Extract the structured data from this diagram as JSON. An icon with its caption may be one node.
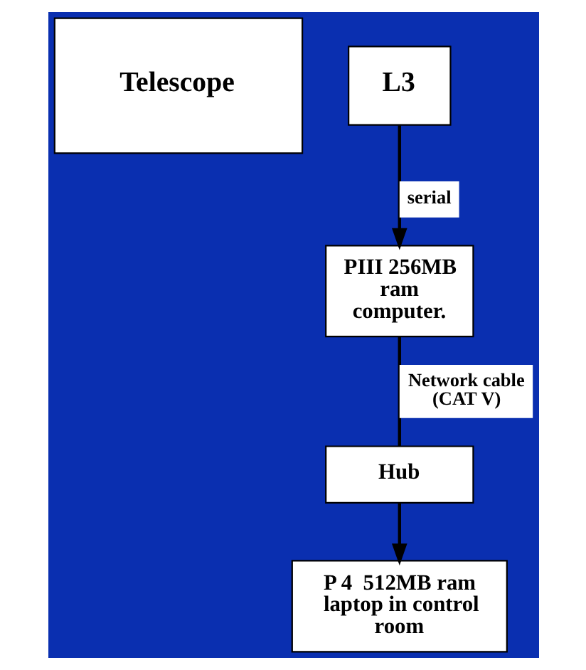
{
  "diagram": {
    "nodes": [
      {
        "text": [
          "Telescope"
        ]
      },
      {
        "text": [
          "L3"
        ]
      },
      {
        "text": [
          "PIII 256MB ram computer."
        ]
      },
      {
        "text": [
          "Hub"
        ]
      },
      {
        "text": [
          "P 4  512MB ram laptop in control room"
        ]
      }
    ],
    "edges": [
      {
        "from": 1,
        "to": 2,
        "arrow": "to",
        "label": "serial"
      },
      {
        "from": 2,
        "to": 3,
        "arrow": "none",
        "label": "Network cable (CAT V)"
      },
      {
        "from": 3,
        "to": 4,
        "arrow": "to"
      }
    ]
  }
}
